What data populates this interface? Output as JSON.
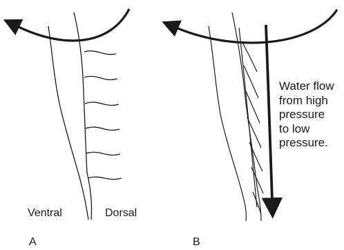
{
  "panels": [
    {
      "id": "A",
      "letter": "A",
      "labels": {
        "left": "Ventral",
        "right": "Dorsal"
      }
    },
    {
      "id": "B",
      "letter": "B",
      "annotation": [
        "Water flow",
        "from high",
        "pressure",
        "to low",
        "pressure."
      ]
    }
  ],
  "colors": {
    "ink": "#1a1a1a",
    "background": "#ffffff"
  }
}
